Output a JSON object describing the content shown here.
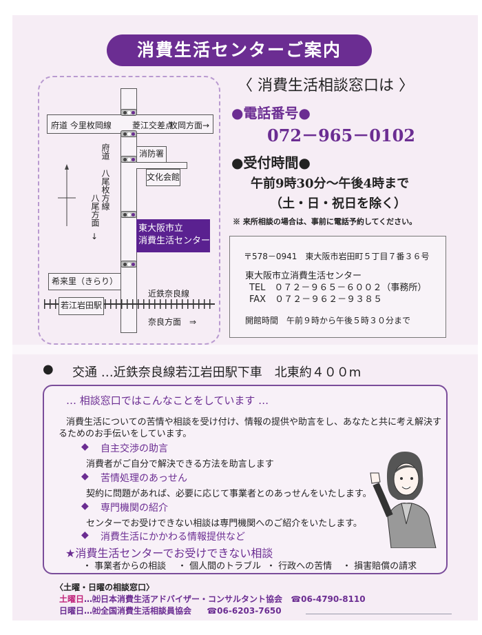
{
  "title": "消費生活センターご案内",
  "map": {
    "road_top": "府道 今里枚岡線",
    "intersection": "菱江交差点",
    "dir_hiraoka": "枚岡方面→",
    "fudo": "府道",
    "route": "八尾枚方線",
    "dir_yao": "八尾方面",
    "down_arrow": "↓",
    "fire_station": "消防署",
    "culture_hall": "文化会館",
    "center_line1": "東大阪市立",
    "center_line2": "消費生活センター",
    "kirari": "希来里（きらり）",
    "station": "若江岩田駅",
    "railway": "近鉄奈良線",
    "dir_nara": "奈良方面　⇒"
  },
  "consult": {
    "heading": "〈 消費生活相談窓口は 〉",
    "phone_label": "●電話番号●",
    "phone": "072－965－0102",
    "hours_label": "●受付時間●",
    "hours": "午前9時30分～午後4時まで",
    "closed": "（土・日・祝日を除く）",
    "note": "※ 来所相談の場合は、事前に電話予約してください。"
  },
  "address": {
    "postal": "〒578－0941　東大阪市岩田町５丁目７番３６号",
    "name": "東大阪市立消費生活センター",
    "tel": "TEL　０７２－９６５－６００２（事務所）",
    "fax": "FAX　０７２－９６２－９３８５",
    "open": "開館時間　午前９時から午後５時３０分まで"
  },
  "access": "交通 …近鉄奈良線若江岩田駅下車　北東約４００m",
  "services": {
    "heading": "… 相談窓口ではこんなことをしています …",
    "intro1": "消費生活についての苦情や相談を受け付け、情報の提供や助言をし、あなたと共に考え解決す",
    "intro2": "るためのお手伝いをしています。",
    "items": [
      {
        "title": "自主交渉の助言",
        "desc": "消費者がご自分で解決できる方法を助言します"
      },
      {
        "title": "苦情処理のあっせん",
        "desc": "契約に問題があれば、必要に応じて事業者とのあっせんをいたします。"
      },
      {
        "title": "専門機関の紹介",
        "desc": "センターでお受けできない相談は専門機関へのご紹介をいたします。"
      },
      {
        "title": "消費生活にかかわる情報提供など",
        "desc": ""
      }
    ],
    "not_handled_title": "★消費生活センターでお受けできない相談",
    "not_handled": [
      "・ 事業者からの相談",
      "・ 個人間のトラブル",
      "・ 行政への苦情",
      "・ 損害賠償の請求"
    ]
  },
  "weekend": {
    "heading": "〈土曜・日曜の相談窓口〉",
    "sat_label": "土曜日",
    "sat_org": "…㈳日本消費生活アドバイザー・コンサルタント協会",
    "sat_tel": "☎06-4790-8110",
    "sun_label": "日曜日",
    "sun_org": "…㈳全国消費生活相談員協会",
    "sun_tel": "☎06-6203-7650"
  }
}
